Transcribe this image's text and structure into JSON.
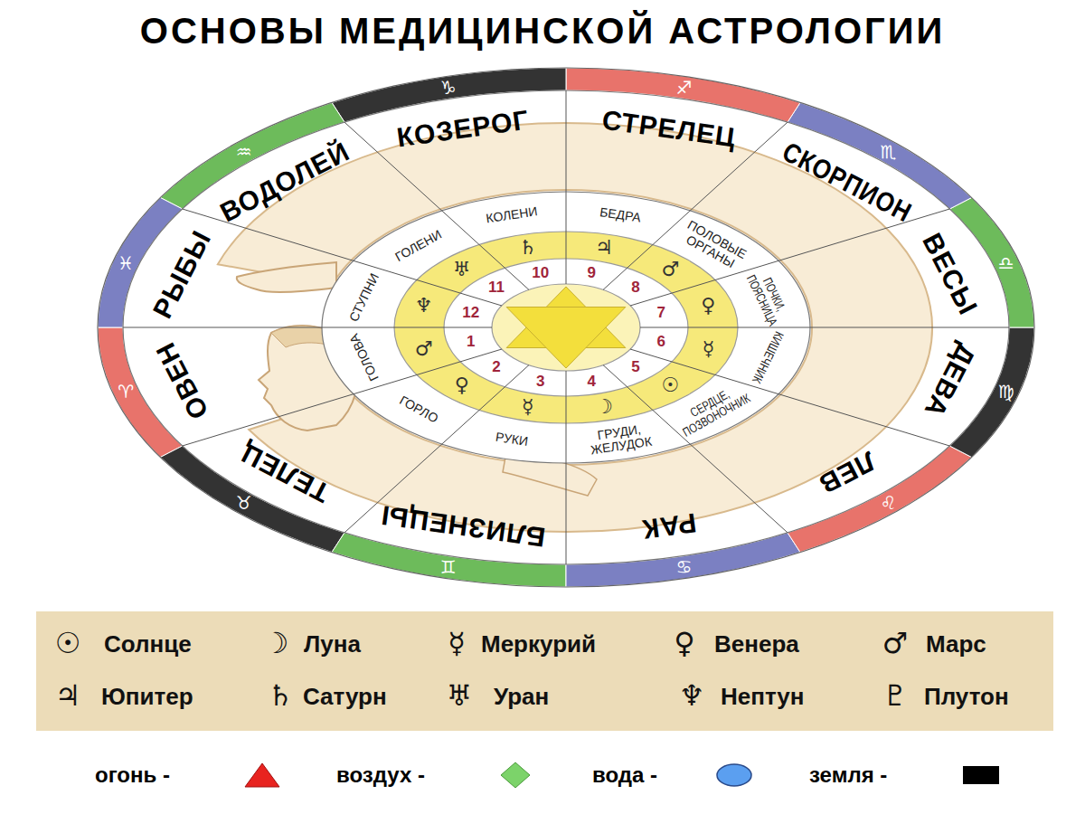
{
  "diagram": {
    "title": "ОСНОВЫ МЕДИЦИНСКОЙ АСТРОЛОГИИ",
    "labels": [
      "ОВЕН",
      "ТЕЛЕЦ",
      "БЛИЗНЕЦЫ",
      "РАК",
      "ЛЕВ",
      "ДЕВА",
      "ВЕСЫ",
      "СКОРПИОН",
      "СТРЕЛЕЦ",
      "КОЗЕРОГ",
      "ВОДОЛЕЙ",
      "РЫБЫ",
      "♈",
      "♉",
      "♊",
      "♋",
      "♌",
      "♍",
      "♎",
      "♏",
      "♐",
      "♑",
      "♒",
      "♓",
      "ГОЛОВА",
      "ГОРЛО",
      "РУКИ",
      "ГРУДИ, ЖЕЛУДОК",
      "СЕРДЦЕ, ПОЗВОНОЧНИК",
      "КИШЕЧНИК",
      "ПОЧКИ, ПОЯСНИЦА",
      "ПОЛОВЫЕ ОРГАНЫ",
      "БЕДРА",
      "КОЛЕНИ",
      "ГОЛЕНИ",
      "СТУПНИ",
      "♂",
      "♀",
      "☿",
      "☽",
      "☉",
      "☿",
      "♀",
      "♂",
      "♃",
      "♄",
      "♅",
      "♆",
      "1",
      "2",
      "3",
      "4",
      "5",
      "6",
      "7",
      "8",
      "9",
      "10",
      "11",
      "12",
      "☉",
      "☽",
      "☿",
      "♀",
      "♂",
      "♃",
      "♄",
      "♅",
      "♆",
      "♇"
    ],
    "legend": [
      {
        "text": "Солнце"
      },
      {
        "text": "Луна"
      },
      {
        "text": "Меркурий"
      },
      {
        "text": "Венера"
      },
      {
        "text": "Марс"
      },
      {
        "text": "Юпитер"
      },
      {
        "text": "Сатурн"
      },
      {
        "text": "Уран"
      },
      {
        "text": "Нептун"
      },
      {
        "text": "Плутон"
      },
      {
        "text": "огонь -",
        "color": "#e8231f"
      },
      {
        "text": "воздух -",
        "color": "#7cd36a"
      },
      {
        "text": "вода -",
        "color": "#5b9ff0"
      },
      {
        "text": "земля -",
        "color": "#000000"
      }
    ]
  }
}
